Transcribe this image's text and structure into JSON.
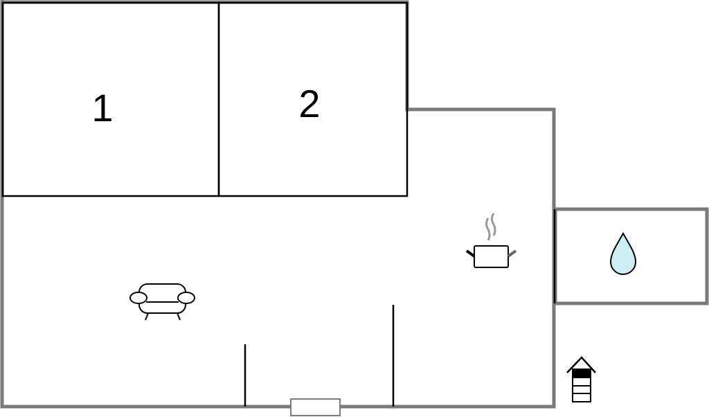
{
  "rooms": [
    {
      "label": "1",
      "type": "bedroom"
    },
    {
      "label": "2",
      "type": "bedroom"
    }
  ],
  "icons": {
    "living": "sofa-icon",
    "kitchen": "cooking-pot-icon",
    "bathroom": "water-drop-icon",
    "entrance": "entrance-arrow-icon"
  },
  "colors": {
    "outer_wall": "#7a7a7a",
    "inner_wall": "#000000",
    "water": "#cdeef5"
  }
}
